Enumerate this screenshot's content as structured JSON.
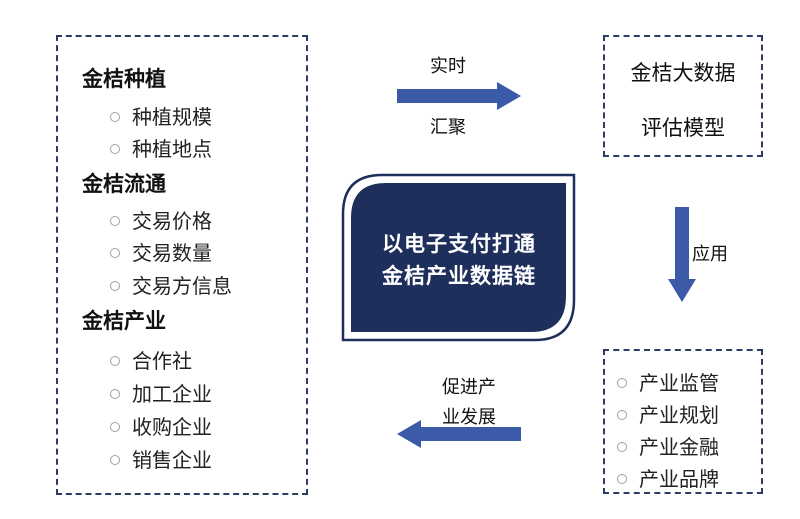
{
  "left_panel": {
    "sections": [
      {
        "title": "金桔种植",
        "items": [
          "种植规模",
          "种植地点"
        ]
      },
      {
        "title": "金桔流通",
        "items": [
          "交易价格",
          "交易数量",
          "交易方信息"
        ]
      },
      {
        "title": "金桔产业",
        "items": [
          "合作社",
          "加工企业",
          "收购企业",
          "销售企业"
        ]
      }
    ]
  },
  "center": {
    "line1": "以电子支付打通",
    "line2": "金桔产业数据链"
  },
  "top_arrow": {
    "label_top": "实时",
    "label_bottom": "汇聚"
  },
  "model_box": {
    "line1": "金桔大数据",
    "line2": "评估模型"
  },
  "down_arrow": {
    "label": "应用"
  },
  "applications": {
    "items": [
      "产业监管",
      "产业规划",
      "产业金融",
      "产业品牌"
    ]
  },
  "bottom_arrow": {
    "label_line1": "促进产",
    "label_line2": "业发展"
  },
  "colors": {
    "navy": "#1f2f5c",
    "arrow_blue": "#3b5ba9",
    "border": "#2e3c63"
  }
}
